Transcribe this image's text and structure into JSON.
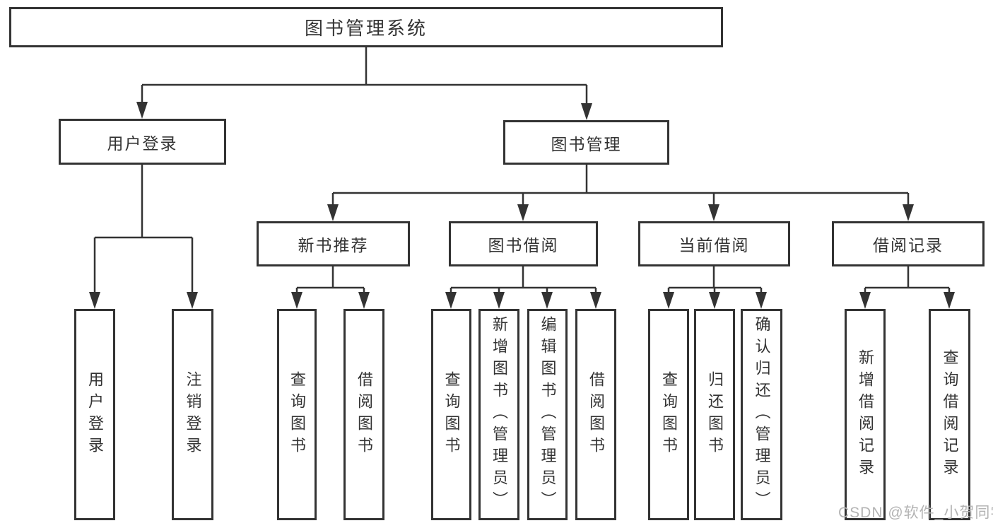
{
  "diagram": {
    "title": "图书管理系统",
    "root": "图书管理系统",
    "level2": {
      "user_login": {
        "label": "用户登录",
        "children": {
          "login": "用户登录",
          "logout": "注销登录"
        }
      },
      "book_mgmt": {
        "label": "图书管理",
        "children": {
          "new_book_rec": {
            "label": "新书推荐",
            "children": {
              "query_book": "查询图书",
              "borrow_book": "借阅图书"
            }
          },
          "book_borrow": {
            "label": "图书借阅",
            "children": {
              "query_book": "查询图书",
              "add_book": "新增图书（管理员）",
              "edit_book": "编辑图书（管理员）",
              "borrow_book": "借阅图书"
            }
          },
          "current_borrow": {
            "label": "当前借阅",
            "children": {
              "query_book": "查询图书",
              "return_book": "归还图书",
              "confirm_return": "确认归还（管理员）"
            }
          },
          "borrow_record": {
            "label": "借阅记录",
            "children": {
              "add_record": "新增借阅记录",
              "query_record": "查询借阅记录"
            }
          }
        }
      }
    }
  },
  "watermark": {
    "text": "CSDN @软件_小贺同学"
  },
  "colors": {
    "line": "#333333",
    "text": "#333333",
    "watermark": "#b3b3b3",
    "background": "#ffffff"
  }
}
